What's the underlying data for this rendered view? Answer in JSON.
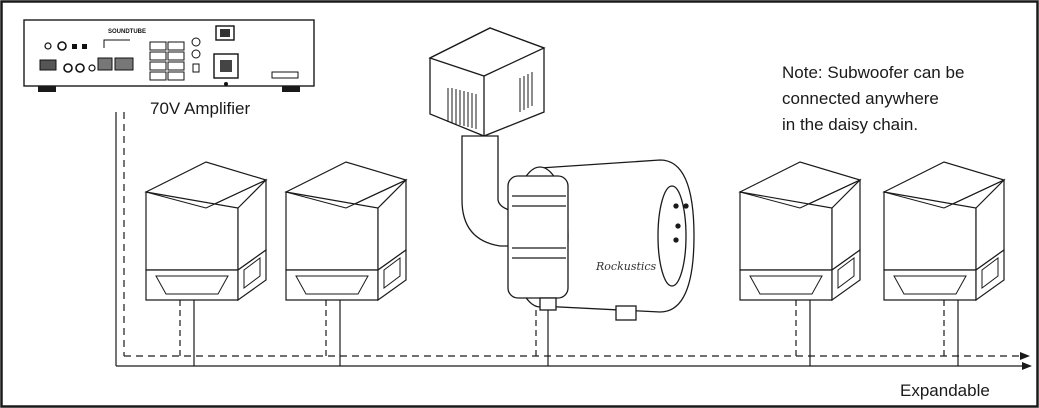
{
  "amplifier": {
    "label": "70V Amplifier",
    "brand": "SOUNDTUBE"
  },
  "note": {
    "lines": [
      "Note: Subwoofer can be",
      "connected anywhere",
      "in the daisy chain."
    ]
  },
  "subwoofer": {
    "logo": "Rockustics"
  },
  "chain": {
    "end_label": "Expandable"
  },
  "colors": {
    "line": "#1a1a1a",
    "frame": "#1a1a1a",
    "background": "#ffffff"
  }
}
